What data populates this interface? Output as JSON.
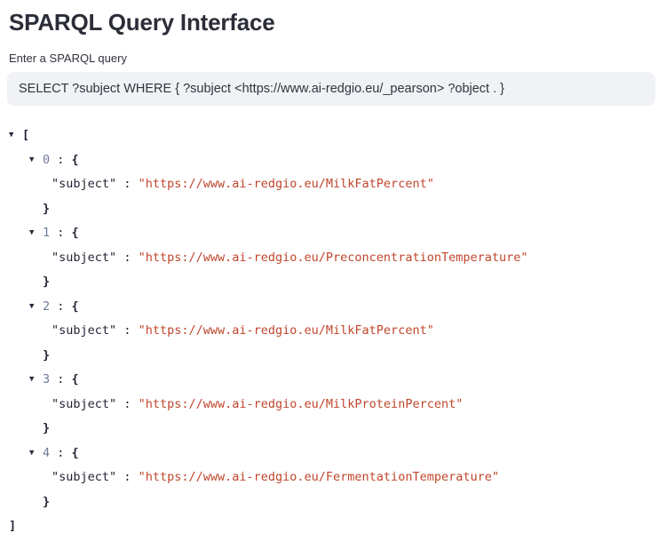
{
  "page": {
    "title": "SPARQL Query Interface"
  },
  "query": {
    "label": "Enter a SPARQL query",
    "value": "SELECT ?subject WHERE { ?subject <https://www.ai-redgio.eu/_pearson> ?object . }"
  },
  "viewer": {
    "collapse_icon": "▼",
    "punct": {
      "quote": "\"",
      "colon_spaced": " : ",
      "open_bracket": "[",
      "close_bracket": "]",
      "open_brace": "{",
      "close_brace": "}"
    },
    "items": [
      {
        "index": "0",
        "key": "subject",
        "value": "https://www.ai-redgio.eu/MilkFatPercent"
      },
      {
        "index": "1",
        "key": "subject",
        "value": "https://www.ai-redgio.eu/PreconcentrationTemperature"
      },
      {
        "index": "2",
        "key": "subject",
        "value": "https://www.ai-redgio.eu/MilkFatPercent"
      },
      {
        "index": "3",
        "key": "subject",
        "value": "https://www.ai-redgio.eu/MilkProteinPercent"
      },
      {
        "index": "4",
        "key": "subject",
        "value": "https://www.ai-redgio.eu/FermentationTemperature"
      }
    ],
    "colors": {
      "index": "#6f7b9b",
      "string": "#c0462c",
      "punctuation": "#1f2231",
      "input_background": "#f0f2f6"
    }
  }
}
